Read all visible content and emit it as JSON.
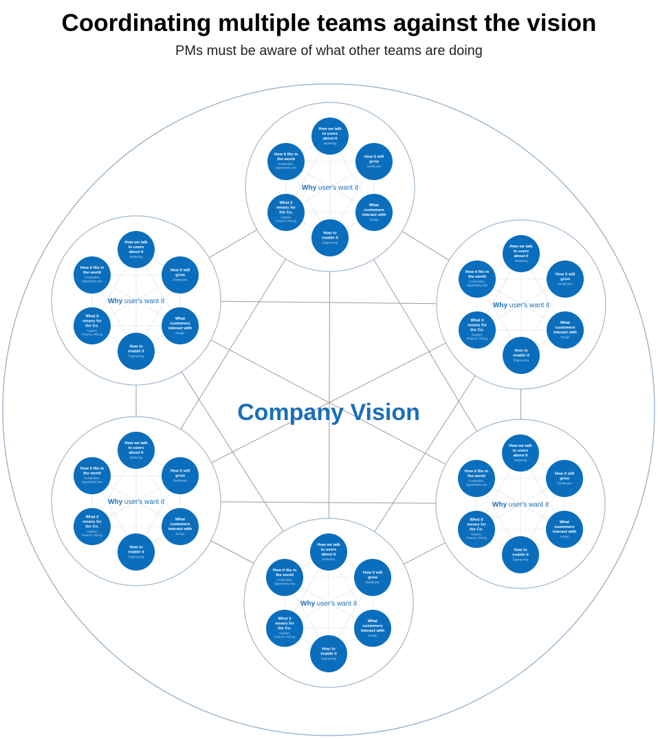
{
  "header": {
    "title": "Coordinating multiple teams against the vision",
    "subtitle": "PMs must be aware of what other teams are doing"
  },
  "center_label": "Company Vision",
  "colors": {
    "node_fill": "#0a6ebd",
    "accent_text": "#1a6fb8",
    "outline": "#9fb7cc",
    "connector": "#9a9a9a"
  },
  "team_template": {
    "center_bold": "Why",
    "center_rest": "user's want it",
    "nodes": [
      {
        "lines": [
          "How we talk",
          "to users",
          "about it"
        ],
        "sub": [
          "Marketing"
        ]
      },
      {
        "lines": [
          "How it will",
          "grow"
        ],
        "sub": [
          "Distribution"
        ]
      },
      {
        "lines": [
          "What",
          "customers",
          "interact with"
        ],
        "sub": [
          "Design"
        ]
      },
      {
        "lines": [
          "How to",
          "enable it"
        ],
        "sub": [
          "Engineering"
        ]
      },
      {
        "lines": [
          "What it",
          "means for",
          "the Co."
        ],
        "sub": [
          "Support,",
          "Finance, Pricing"
        ]
      },
      {
        "lines": [
          "How it fits in",
          "the world"
        ],
        "sub": [
          "Competition,",
          "Opportunity size"
        ]
      }
    ]
  },
  "teams": [
    {
      "id": "top"
    },
    {
      "id": "upper-left"
    },
    {
      "id": "upper-right"
    },
    {
      "id": "lower-left"
    },
    {
      "id": "lower-right"
    },
    {
      "id": "bottom"
    }
  ]
}
